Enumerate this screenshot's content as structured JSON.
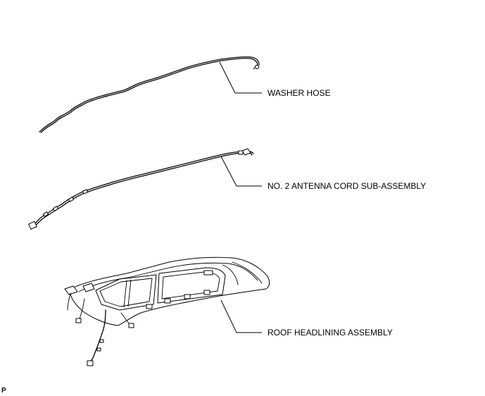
{
  "labels": {
    "washer_hose": "WASHER HOSE",
    "antenna_cord": "NO. 2 ANTENNA CORD SUB-ASSEMBLY",
    "roof_headlining": "ROOF HEADLINING ASSEMBLY"
  },
  "corner_code": "P"
}
